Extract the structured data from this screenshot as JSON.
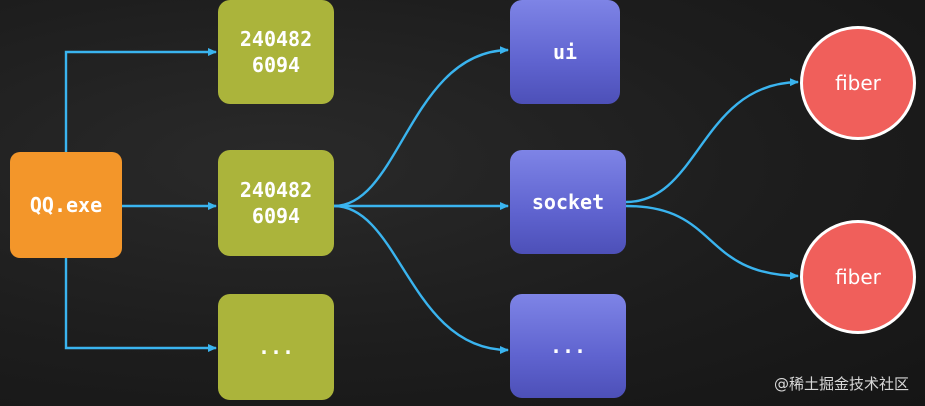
{
  "diagram": {
    "process": {
      "label": "QQ.exe"
    },
    "threads": [
      {
        "label": "240482\n6094"
      },
      {
        "label": "240482\n6094"
      },
      {
        "label": "..."
      }
    ],
    "modules": [
      {
        "label": "ui"
      },
      {
        "label": "socket"
      },
      {
        "label": "..."
      }
    ],
    "fibers": [
      {
        "label": "fiber"
      },
      {
        "label": "fiber"
      }
    ],
    "colors": {
      "arrow": "#3ab4ef",
      "process": "#f3962a",
      "thread": "#abb43b",
      "module": "#6468d6",
      "fiber": "#f05f5b"
    }
  },
  "watermark": "@稀土掘金技术社区"
}
